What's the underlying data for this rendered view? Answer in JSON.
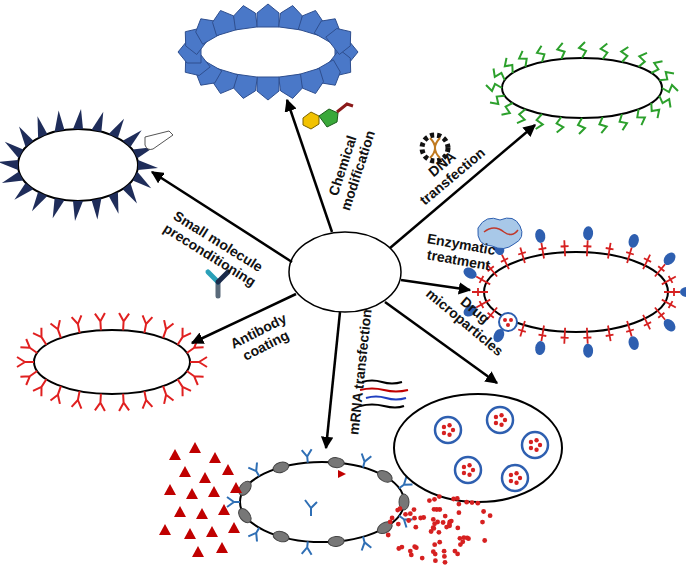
{
  "diagram": {
    "labels": [
      "Chemical modification",
      "DNA transfection",
      "Enzymatic treatment",
      "Drug microparticles",
      "mRNA transfection",
      "Antibody coating",
      "Small molecule preconditioning"
    ]
  }
}
